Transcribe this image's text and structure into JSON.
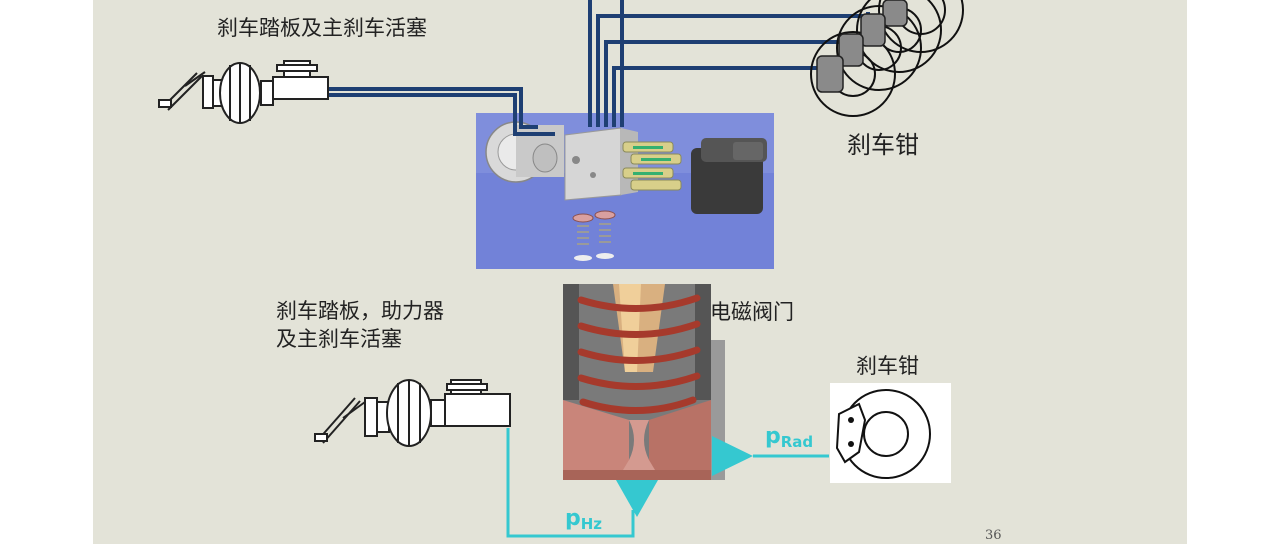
{
  "labels": {
    "top_pedal": "刹车踏板及主刹车活塞",
    "top_caliper": "刹车钳",
    "bottom_pedal_line1": "刹车踏板，助力器",
    "bottom_pedal_line2": "及主刹车活塞",
    "valve": "电磁阀门",
    "bottom_caliper": "刹车钳",
    "p_rad_main": "p",
    "p_rad_sub": "Rad",
    "p_hz_main": "p",
    "p_hz_sub": "Hz"
  },
  "page_number": "36",
  "colors": {
    "slide_bg": "#e3e3d8",
    "pipe_dark": "#1e3f73",
    "pipe_cyan": "#35c8d0",
    "abs_bg": "#6f7fd6",
    "spring": "#a63a2c"
  }
}
